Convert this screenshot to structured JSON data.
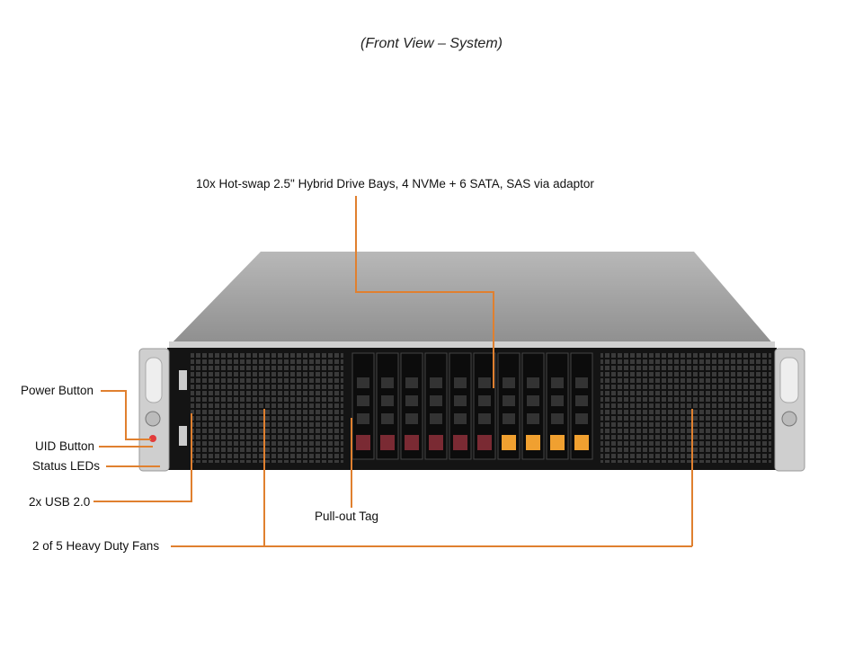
{
  "title": "(Front View – System)",
  "callouts": {
    "drive_bays": "10x Hot-swap 2.5\" Hybrid Drive Bays, 4 NVMe + 6 SATA, SAS via adaptor",
    "power_button": "Power Button",
    "uid_button": "UID Button",
    "status_leds": "Status LEDs",
    "usb": "2x USB 2.0",
    "pull_out_tag": "Pull-out Tag",
    "fans": "2 of 5 Heavy Duty Fans"
  },
  "colors": {
    "callout_line": "#e0802f",
    "sata_latch": "#7a2a33",
    "nvme_latch": "#f0a030"
  },
  "drive_bays": [
    "sata",
    "sata",
    "sata",
    "sata",
    "sata",
    "sata",
    "nvme",
    "nvme",
    "nvme",
    "nvme"
  ]
}
